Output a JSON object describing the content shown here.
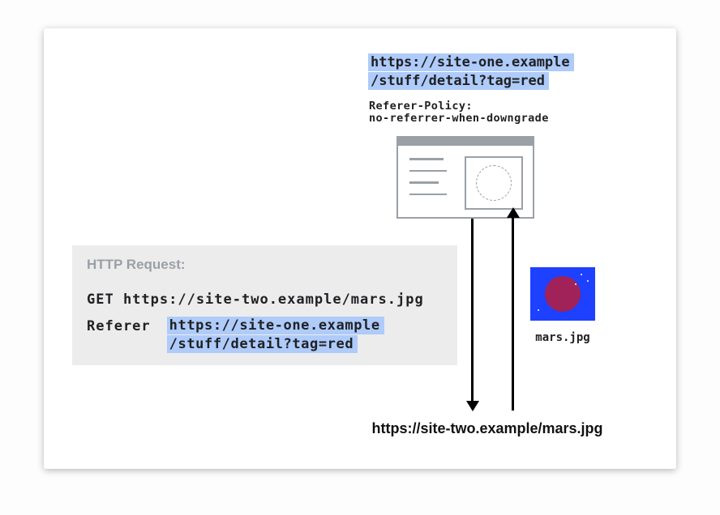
{
  "colors": {
    "highlight_blue": "#aecbfa",
    "panel_gray": "#ececec",
    "image_blue": "#1e40ff",
    "mars_red": "#a02258",
    "outline_gray": "#9aa0a6",
    "text_dark": "#202124",
    "title_gray": "#9aa0a6",
    "arrow_black": "#000000"
  },
  "site_one": {
    "url_line1": "https://site-one.example",
    "url_line2": "/stuff/detail?tag=red",
    "policy_label": "Referer-Policy:",
    "policy_value": "no-referrer-when-downgrade"
  },
  "request_panel": {
    "title": "HTTP Request:",
    "get_line": "GET https://site-two.example/mars.jpg",
    "referer_label": "Referer",
    "referer_url_line1": "https://site-one.example",
    "referer_url_line2": "/stuff/detail?tag=red"
  },
  "mars_image": {
    "label": "mars.jpg"
  },
  "bottom": {
    "url": "https://site-two.example/mars.jpg"
  }
}
